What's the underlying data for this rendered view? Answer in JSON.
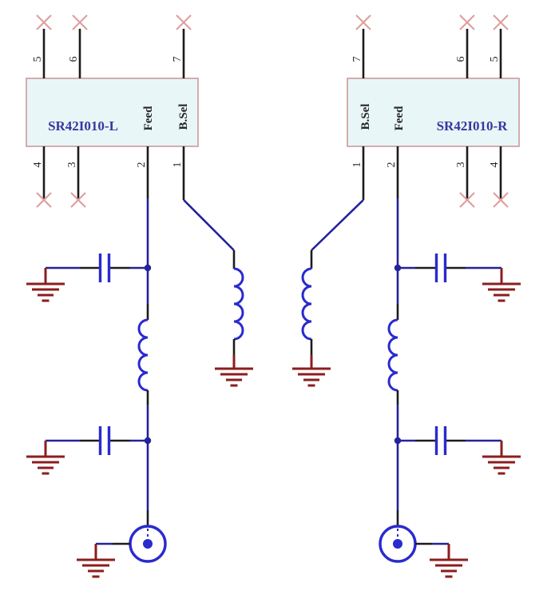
{
  "colors": {
    "wire_blue": "#23239b",
    "component_blue": "#2a2ace",
    "ground_red": "#8b1e1e",
    "no_connect_pink": "#dfa0a0",
    "pin_black": "#1c1c1c",
    "box_fill": "#e9f6f7",
    "box_border": "#cc9999",
    "label_blue": "#37379e",
    "text_dark": "#262626"
  },
  "left_block": {
    "ref": "SR42I010-L",
    "pin_feed": "Feed",
    "pin_bsel": "B.Sel",
    "top_pin_numbers": [
      "5",
      "6",
      "7"
    ],
    "bottom_pin_numbers": [
      "4",
      "3",
      "2",
      "1"
    ]
  },
  "right_block": {
    "ref": "SR42I010-R",
    "pin_feed": "Feed",
    "pin_bsel": "B.Sel",
    "top_pin_numbers": [
      "7",
      "6",
      "5"
    ],
    "bottom_pin_numbers": [
      "1",
      "2",
      "3",
      "4"
    ]
  }
}
